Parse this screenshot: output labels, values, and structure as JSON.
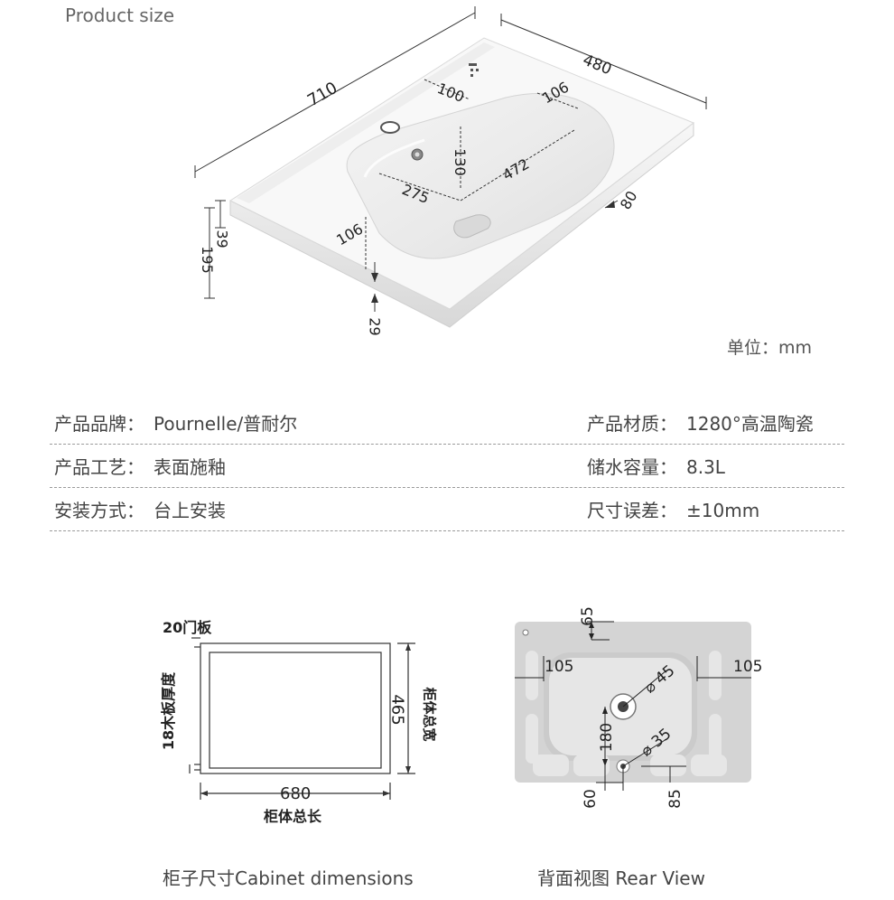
{
  "header": {
    "title": "Product size",
    "unit": "单位：mm"
  },
  "product_dims": {
    "length": "710",
    "width": "480",
    "tap_offset": "100",
    "right_margin": "106",
    "bowl_depth": "130",
    "bowl_length": "472",
    "bowl_width": "275",
    "front_margin": "106",
    "side": "80",
    "lip_height": "39",
    "total_height": "195",
    "thickness": "29"
  },
  "specs": {
    "rows": [
      {
        "left_label": "产品品牌：",
        "left_value": "Pournelle/普耐尔",
        "right_label": "产品材质：",
        "right_value": "1280°高温陶瓷"
      },
      {
        "left_label": "产品工艺：",
        "left_value": "表面施釉",
        "right_label": "储水容量：",
        "right_value": "8.3L"
      },
      {
        "left_label": "安装方式：",
        "left_value": "台上安装",
        "right_label": "尺寸误差：",
        "right_value": "±10mm"
      }
    ]
  },
  "cabinet": {
    "door_label": "20门板",
    "board_label": "18木板厚度",
    "width_value": "465",
    "width_label": "柜体总宽",
    "length_value": "680",
    "length_label": "柜体总长",
    "caption": "柜子尺寸Cabinet dimensions"
  },
  "rear": {
    "top": "65",
    "left": "105",
    "right": "105",
    "drain_dia": "45",
    "drain_to_hole": "180",
    "hole_dia": "35",
    "bottom_left": "60",
    "bottom_right": "85",
    "caption": "背面视图 Rear View"
  }
}
